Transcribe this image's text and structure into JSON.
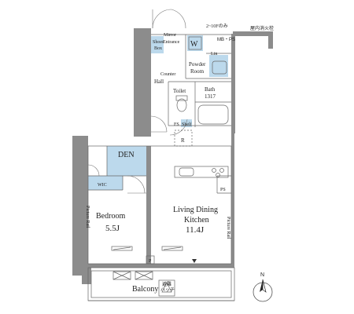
{
  "floor_note": "2~10Fのみ",
  "fire_hydrant": "屋内消火栓",
  "mb_ps": "MB・PS",
  "mirror": "Mirror",
  "entrance": "Entrance",
  "shoes_box": [
    "Shoes",
    "Box"
  ],
  "washer": "W",
  "lin": "Lin",
  "powder_room": [
    "Powder",
    "Room"
  ],
  "counter": "Counter",
  "hall": "Hall",
  "toilet": "Toilet",
  "bath": [
    "Bath",
    "1317"
  ],
  "shelf": "Shelf",
  "fs": "FS",
  "refrigerator": "R",
  "den": "DEN",
  "wic": "WIC",
  "ps": "PS",
  "bedroom": [
    "Bedroom",
    "5.5J"
  ],
  "living": [
    "Living Dining",
    "Kitchen",
    "11.4J"
  ],
  "picture_rail": "Picture Rail",
  "p_mark": "P",
  "balcony": "Balcony",
  "evacuation": [
    "避難",
    "ハッチ"
  ],
  "north": "N"
}
